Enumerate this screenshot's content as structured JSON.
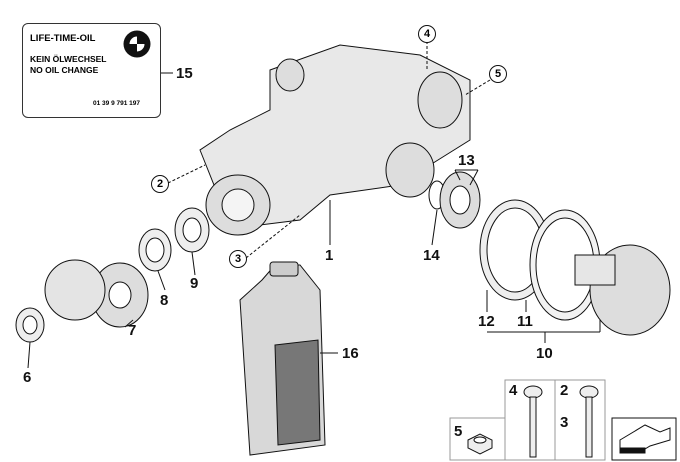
{
  "label": {
    "title": "LIFE-TIME-OIL",
    "line1": "KEIN ÖLWECHSEL",
    "line2": "NO OIL CHANGE",
    "part_code": "01 39 9 791 197",
    "logo_letters": "BMW"
  },
  "callouts": {
    "c1": "1",
    "c2": "2",
    "c3": "3",
    "c4": "4",
    "c5": "5",
    "c6": "6",
    "c7": "7",
    "c8": "8",
    "c9": "9",
    "c10": "10",
    "c11": "11",
    "c12": "12",
    "c13": "13",
    "c14": "14",
    "c15": "15",
    "c16": "16"
  },
  "fastener_box": {
    "nut": "5",
    "bolt_a": "4",
    "bolt_b_top": "2",
    "bolt_b_bottom": "3"
  },
  "colors": {
    "line": "#111111",
    "part_fill": "#e6e6e6",
    "bottle": "#d8d8d8"
  }
}
